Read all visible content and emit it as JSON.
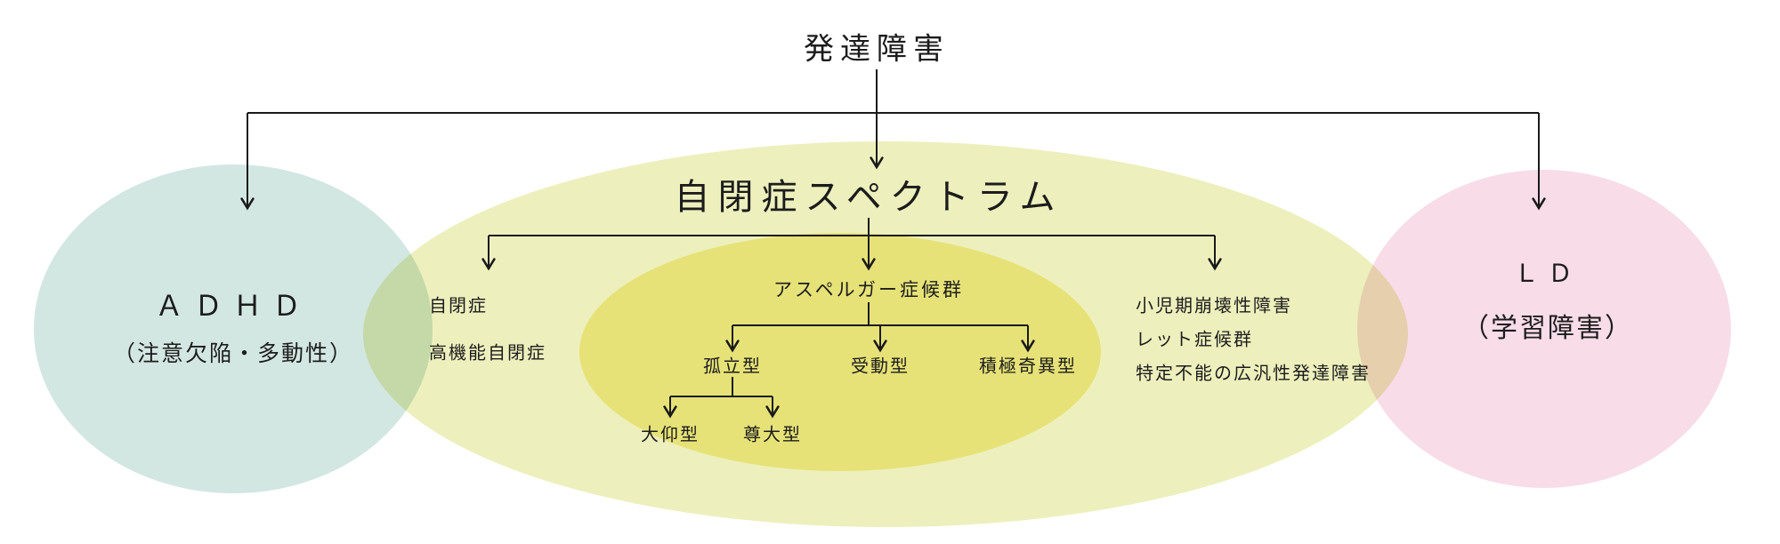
{
  "title": "発達障害",
  "colors": {
    "teal_ellipse": "#d3e7e2",
    "green_ellipse": "#edf0bd",
    "yellow_ellipse": "#f8f1a2",
    "pink_ellipse": "#f8dce8",
    "line": "#1a1a1a",
    "text": "#1c1c1c"
  },
  "adhd": {
    "name": "ＡＤＨＤ",
    "subtitle": "（注意欠陥・多動性）"
  },
  "ld": {
    "name": "ＬＤ",
    "subtitle": "（学習障害）"
  },
  "spectrum": {
    "title": "自閉症スペクトラム",
    "left_items": [
      "自閉症",
      "高機能自閉症"
    ],
    "asperger": {
      "title": "アスペルガー症候群",
      "types": [
        "孤立型",
        "受動型",
        "積極奇異型"
      ],
      "subtypes": [
        "大仰型",
        "尊大型"
      ]
    },
    "right_items": [
      "小児期崩壊性障害",
      "レット症候群",
      "特定不能の広汎性発達障害"
    ]
  }
}
